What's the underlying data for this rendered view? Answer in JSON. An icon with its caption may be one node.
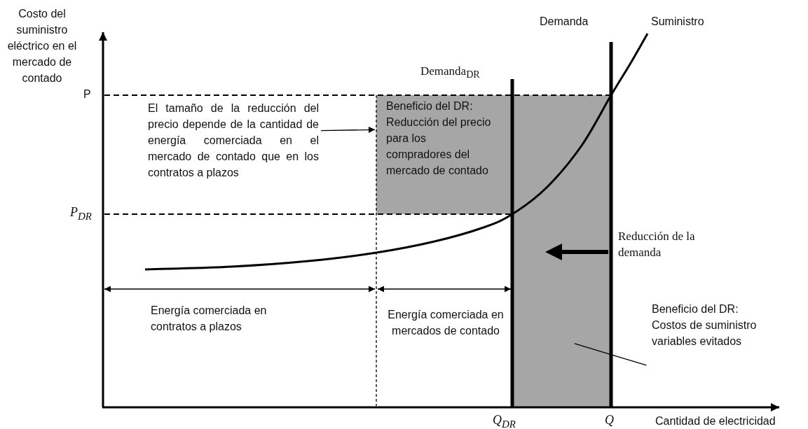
{
  "diagram": {
    "nodes": [
      {
        "text": [
          "El tamaño de la reducción del precio depende de la cantidad de energía comerciada en el mercado de contado que en los contratos a plazos"
        ]
      },
      {
        "text": [
          "Beneficio del DR: Reducción del precio para los compradores del mercado de contado"
        ]
      },
      {
        "text": [
          "Beneficio del DR: Costos de suministro variables evitados"
        ]
      },
      {
        "text": [],
        "shape": "box"
      }
    ],
    "edges": [
      {
        "from": 0,
        "to": 1,
        "arrow": "to"
      },
      {
        "from": 2,
        "to": 3,
        "arrow": "none"
      }
    ],
    "labels": [
      "Costo del suministro eléctrico en el mercado de contado",
      "Demanda",
      "Suministro",
      "P",
      "Demanda$_{DR}$",
      "P$_{DR}$",
      "Reducción de la demanda",
      "Energía comerciada en contratos a plazos",
      "Energía comerciada en mercados de contado",
      "Q$_{DR}$",
      "Q",
      "Cantidad de electricidad"
    ]
  }
}
